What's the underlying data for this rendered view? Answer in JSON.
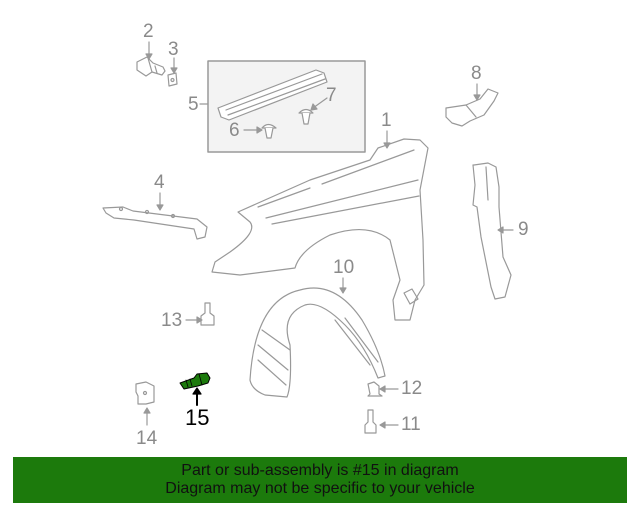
{
  "diagram": {
    "highlight_color": "#1c7a0c",
    "line_color": "#999999",
    "callouts": [
      {
        "num": "1",
        "part": "fender-panel"
      },
      {
        "num": "2",
        "part": "bolt"
      },
      {
        "num": "3",
        "part": "nut-clip"
      },
      {
        "num": "4",
        "part": "fender-bracket"
      },
      {
        "num": "5",
        "part": "fender-liner-seal-kit"
      },
      {
        "num": "6",
        "part": "clip"
      },
      {
        "num": "7",
        "part": "clip"
      },
      {
        "num": "8",
        "part": "upper-bracket"
      },
      {
        "num": "9",
        "part": "fender-seal"
      },
      {
        "num": "10",
        "part": "fender-liner"
      },
      {
        "num": "11",
        "part": "bolt"
      },
      {
        "num": "12",
        "part": "retainer"
      },
      {
        "num": "13",
        "part": "bolt"
      },
      {
        "num": "14",
        "part": "bracket"
      },
      {
        "num": "15",
        "part": "bolt-highlighted"
      }
    ]
  },
  "banner": {
    "line1": "Part or sub-assembly is #15 in diagram",
    "line2": "Diagram may not be specific to your vehicle",
    "background": "#1c7a0c"
  }
}
